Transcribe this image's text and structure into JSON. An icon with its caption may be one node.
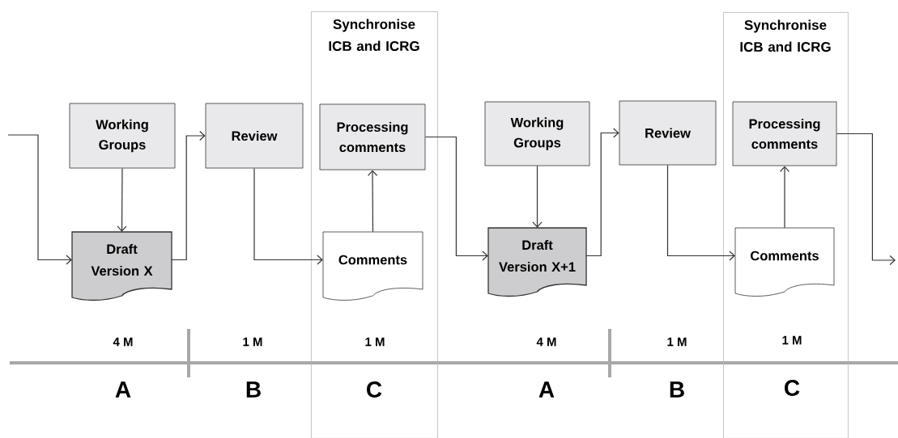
{
  "diagram": {
    "nodes": [
      {
        "text": [
          "Synchronise ICB and ICRG"
        ]
      },
      {
        "text": [
          "Working Groups"
        ]
      },
      {
        "text": [
          "Review"
        ]
      },
      {
        "text": [
          "Processing comments"
        ],
        "in": 0
      },
      {
        "text": [
          "Draft Version X"
        ]
      },
      {
        "text": [
          "Comments"
        ],
        "in": 0
      },
      {
        "text": [
          "Synchronise ICB and ICRG"
        ]
      },
      {
        "text": [
          "Working Groups"
        ]
      },
      {
        "text": [
          "Review"
        ]
      },
      {
        "text": [
          "Processing comments"
        ],
        "in": 6
      },
      {
        "text": [
          "Draft Version X+1"
        ]
      },
      {
        "text": [
          "Comments"
        ],
        "in": 6
      }
    ],
    "edges": [
      {
        "from": null,
        "to": 4,
        "arrow": "to"
      },
      {
        "from": 1,
        "to": 4,
        "arrow": "to"
      },
      {
        "from": 4,
        "to": 2,
        "arrow": "to"
      },
      {
        "from": 2,
        "to": 5,
        "arrow": "to"
      },
      {
        "from": 5,
        "to": 3,
        "arrow": "to"
      },
      {
        "from": 3,
        "to": 10,
        "arrow": "to"
      },
      {
        "from": 7,
        "to": 10,
        "arrow": "to"
      },
      {
        "from": 10,
        "to": 8,
        "arrow": "to"
      },
      {
        "from": 8,
        "to": 11,
        "arrow": "to"
      },
      {
        "from": 11,
        "to": 9,
        "arrow": "to"
      },
      {
        "from": 9,
        "to": null,
        "arrow": "to"
      }
    ],
    "labels": [
      "4 M",
      "1 M",
      "1 M",
      "4 M",
      "1 M",
      "1 M",
      "A",
      "B",
      "C",
      "A",
      "B",
      "C"
    ]
  }
}
